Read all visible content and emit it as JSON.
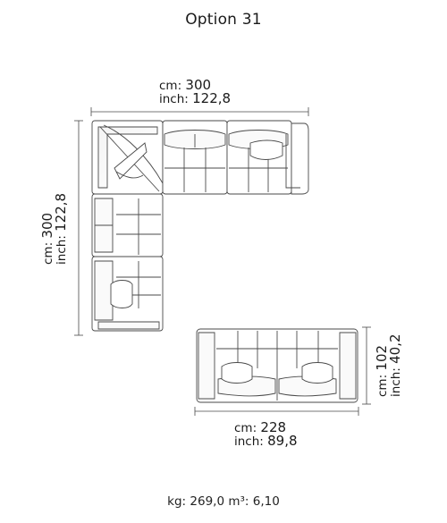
{
  "title": "Option 31",
  "dimensions": {
    "top": {
      "cm_label": "cm:",
      "cm_value": "300",
      "inch_label": "inch:",
      "inch_value": "122,8"
    },
    "left": {
      "cm_label": "cm:",
      "cm_value": "300",
      "inch_label": "inch:",
      "inch_value": "122,8"
    },
    "bottom": {
      "cm_label": "cm:",
      "cm_value": "228",
      "inch_label": "inch:",
      "inch_value": "89,8"
    },
    "right": {
      "cm_label": "cm:",
      "cm_value": "102",
      "inch_label": "inch:",
      "inch_value": "40,2"
    }
  },
  "footer": {
    "kg_label": "kg:",
    "kg_value": "269,0",
    "m3_label": "m³:",
    "m3_value": "6,10"
  }
}
